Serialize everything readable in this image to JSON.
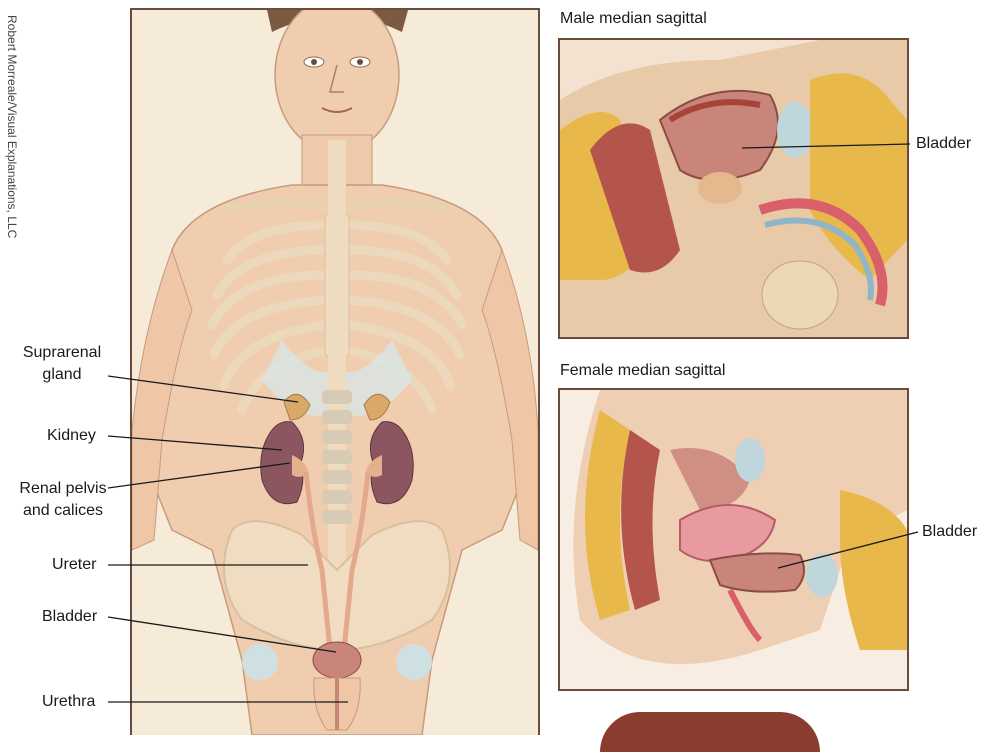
{
  "credit": "Robert Morreale/Visual Explanations, LLC",
  "main_labels": {
    "suprarenal_line1": "Suprarenal",
    "suprarenal_line2": "gland",
    "kidney": "Kidney",
    "renal_line1": "Renal pelvis",
    "renal_line2": "and calices",
    "ureter": "Ureter",
    "bladder": "Bladder",
    "urethra": "Urethra"
  },
  "male_inset": {
    "title": "Male median sagittal",
    "label": "Bladder"
  },
  "female_inset": {
    "title": "Female median sagittal",
    "label": "Bladder"
  },
  "colors": {
    "skin": "#f1cdb0",
    "bone": "#f4e2c4",
    "cartilage": "#d8e6e6",
    "kidney": "#8c5660",
    "adrenal": "#d9a96a",
    "ureter": "#e3a98a",
    "bladder": "#c9857a",
    "fat": "#e8b84a",
    "muscle": "#b3554a",
    "frame": "#6b4a3a"
  }
}
